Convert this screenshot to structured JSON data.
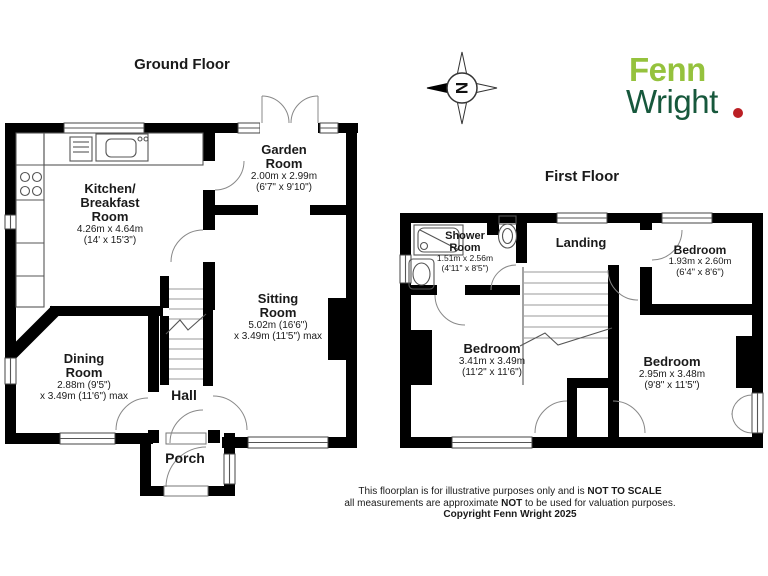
{
  "brand": {
    "fenn": "Fenn",
    "wright": "Wright",
    "fenn_color": "#95c23d",
    "wright_color": "#17583c",
    "dot_color": "#bb1f24"
  },
  "compass": {
    "letter": "N"
  },
  "ground_floor": {
    "title": "Ground Floor",
    "rooms": {
      "kitchen": {
        "name": [
          "Kitchen/",
          "Breakfast",
          "Room"
        ],
        "dims": [
          "4.26m x 4.64m",
          "(14' x 15'3\")"
        ]
      },
      "garden": {
        "name": [
          "Garden",
          "Room"
        ],
        "dims": [
          "2.00m x 2.99m",
          "(6'7\" x 9'10\")"
        ]
      },
      "sitting": {
        "name": [
          "Sitting",
          "Room"
        ],
        "dims": [
          "5.02m (16'6\")",
          "x 3.49m (11'5\") max"
        ]
      },
      "dining": {
        "name": [
          "Dining",
          "Room"
        ],
        "dims": [
          "2.88m (9'5\")",
          "x 3.49m (11'6\") max"
        ]
      },
      "hall": {
        "name": [
          "Hall"
        ]
      },
      "porch": {
        "name": [
          "Porch"
        ]
      }
    }
  },
  "first_floor": {
    "title": "First Floor",
    "rooms": {
      "shower": {
        "name": [
          "Shower",
          "Room"
        ],
        "dims": [
          "1.51m x 2.56m",
          "(4'11\" x 8'5\")"
        ]
      },
      "landing": {
        "name": [
          "Landing"
        ]
      },
      "bedroom_top_right": {
        "name": [
          "Bedroom"
        ],
        "dims": [
          "1.93m x 2.60m",
          "(6'4\" x 8'6\")"
        ]
      },
      "bedroom_left": {
        "name": [
          "Bedroom"
        ],
        "dims": [
          "3.41m x 3.49m",
          "(11'2\" x 11'6\")"
        ]
      },
      "bedroom_bottom_right": {
        "name": [
          "Bedroom"
        ],
        "dims": [
          "2.95m x 3.48m",
          "(9'8\" x 11'5\")"
        ]
      }
    }
  },
  "disclaimer": {
    "line1_text": "This floorplan is for illustrative purposes only and is ",
    "line1_bold": "NOT TO SCALE",
    "line2_text": "all measurements are approximate ",
    "line2_bold": "NOT",
    "line2_tail": " to be used for valuation purposes.",
    "line3": "Copyright Fenn Wright 2025"
  }
}
